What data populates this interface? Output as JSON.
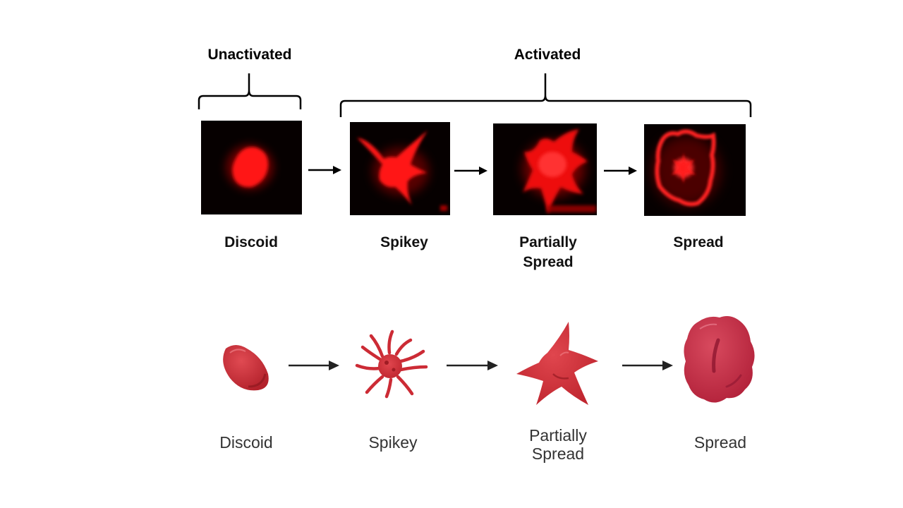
{
  "groups": {
    "unactivated": "Unactivated",
    "activated": "Activated"
  },
  "micrograph_labels": [
    "Discoid",
    "Spikey",
    "Partially\nSpread",
    "Spread"
  ],
  "illustration_labels": [
    "Discoid",
    "Spikey",
    "Partially\nSpread",
    "Spread"
  ],
  "colors": {
    "micro_bg": "#060000",
    "fluor_red": "#ff1a1a",
    "illus_red": "#cc2b35",
    "spread_red": "#c1283f"
  }
}
